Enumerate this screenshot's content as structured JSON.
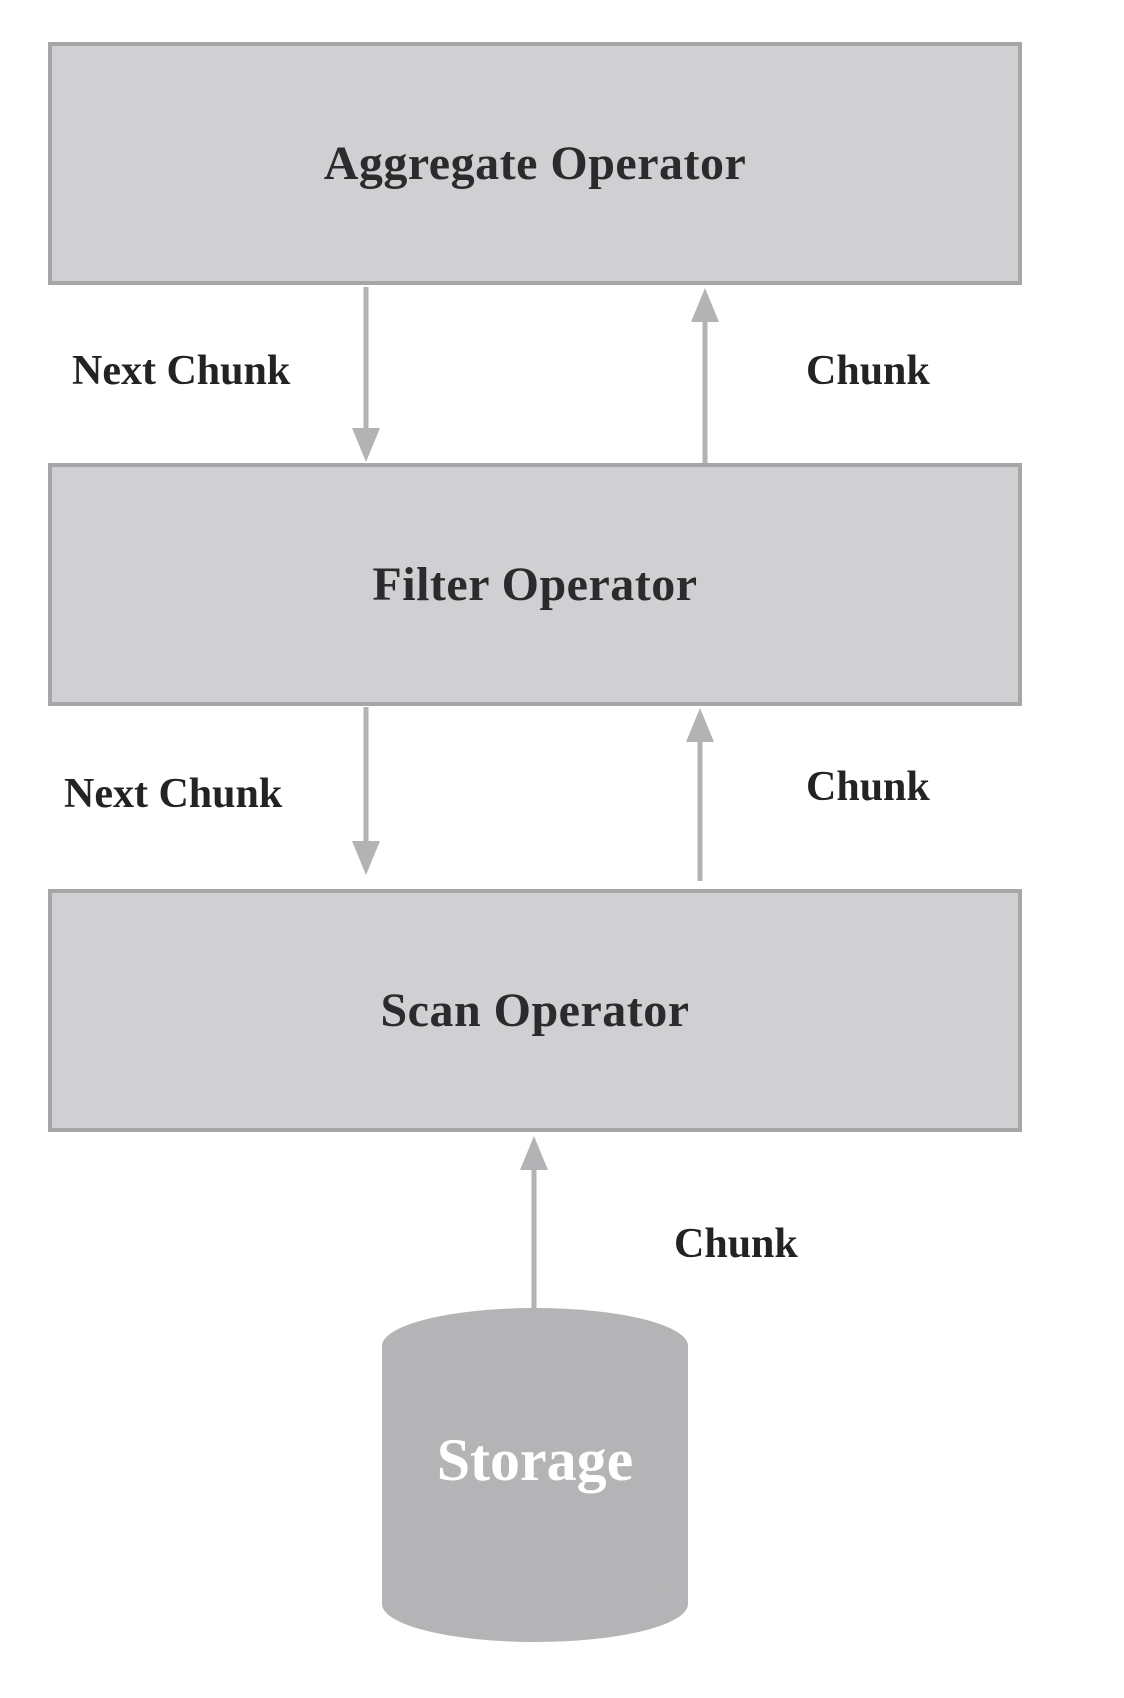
{
  "operators": {
    "aggregate": "Aggregate Operator",
    "filter": "Filter Operator",
    "scan": "Scan Operator"
  },
  "edges": {
    "aggregate_to_filter_request": "Next Chunk",
    "filter_to_aggregate_result": "Chunk",
    "filter_to_scan_request": "Next Chunk",
    "scan_to_filter_result": "Chunk",
    "storage_to_scan_result": "Chunk"
  },
  "storage": {
    "label": "Storage"
  },
  "colors": {
    "box_fill": "#d0d0d2",
    "box_border": "#a6a6a8",
    "arrow": "#b3b3b5",
    "storage_fill": "#b4b4b6",
    "text": "#2b2b2d",
    "storage_text": "#ffffff"
  }
}
